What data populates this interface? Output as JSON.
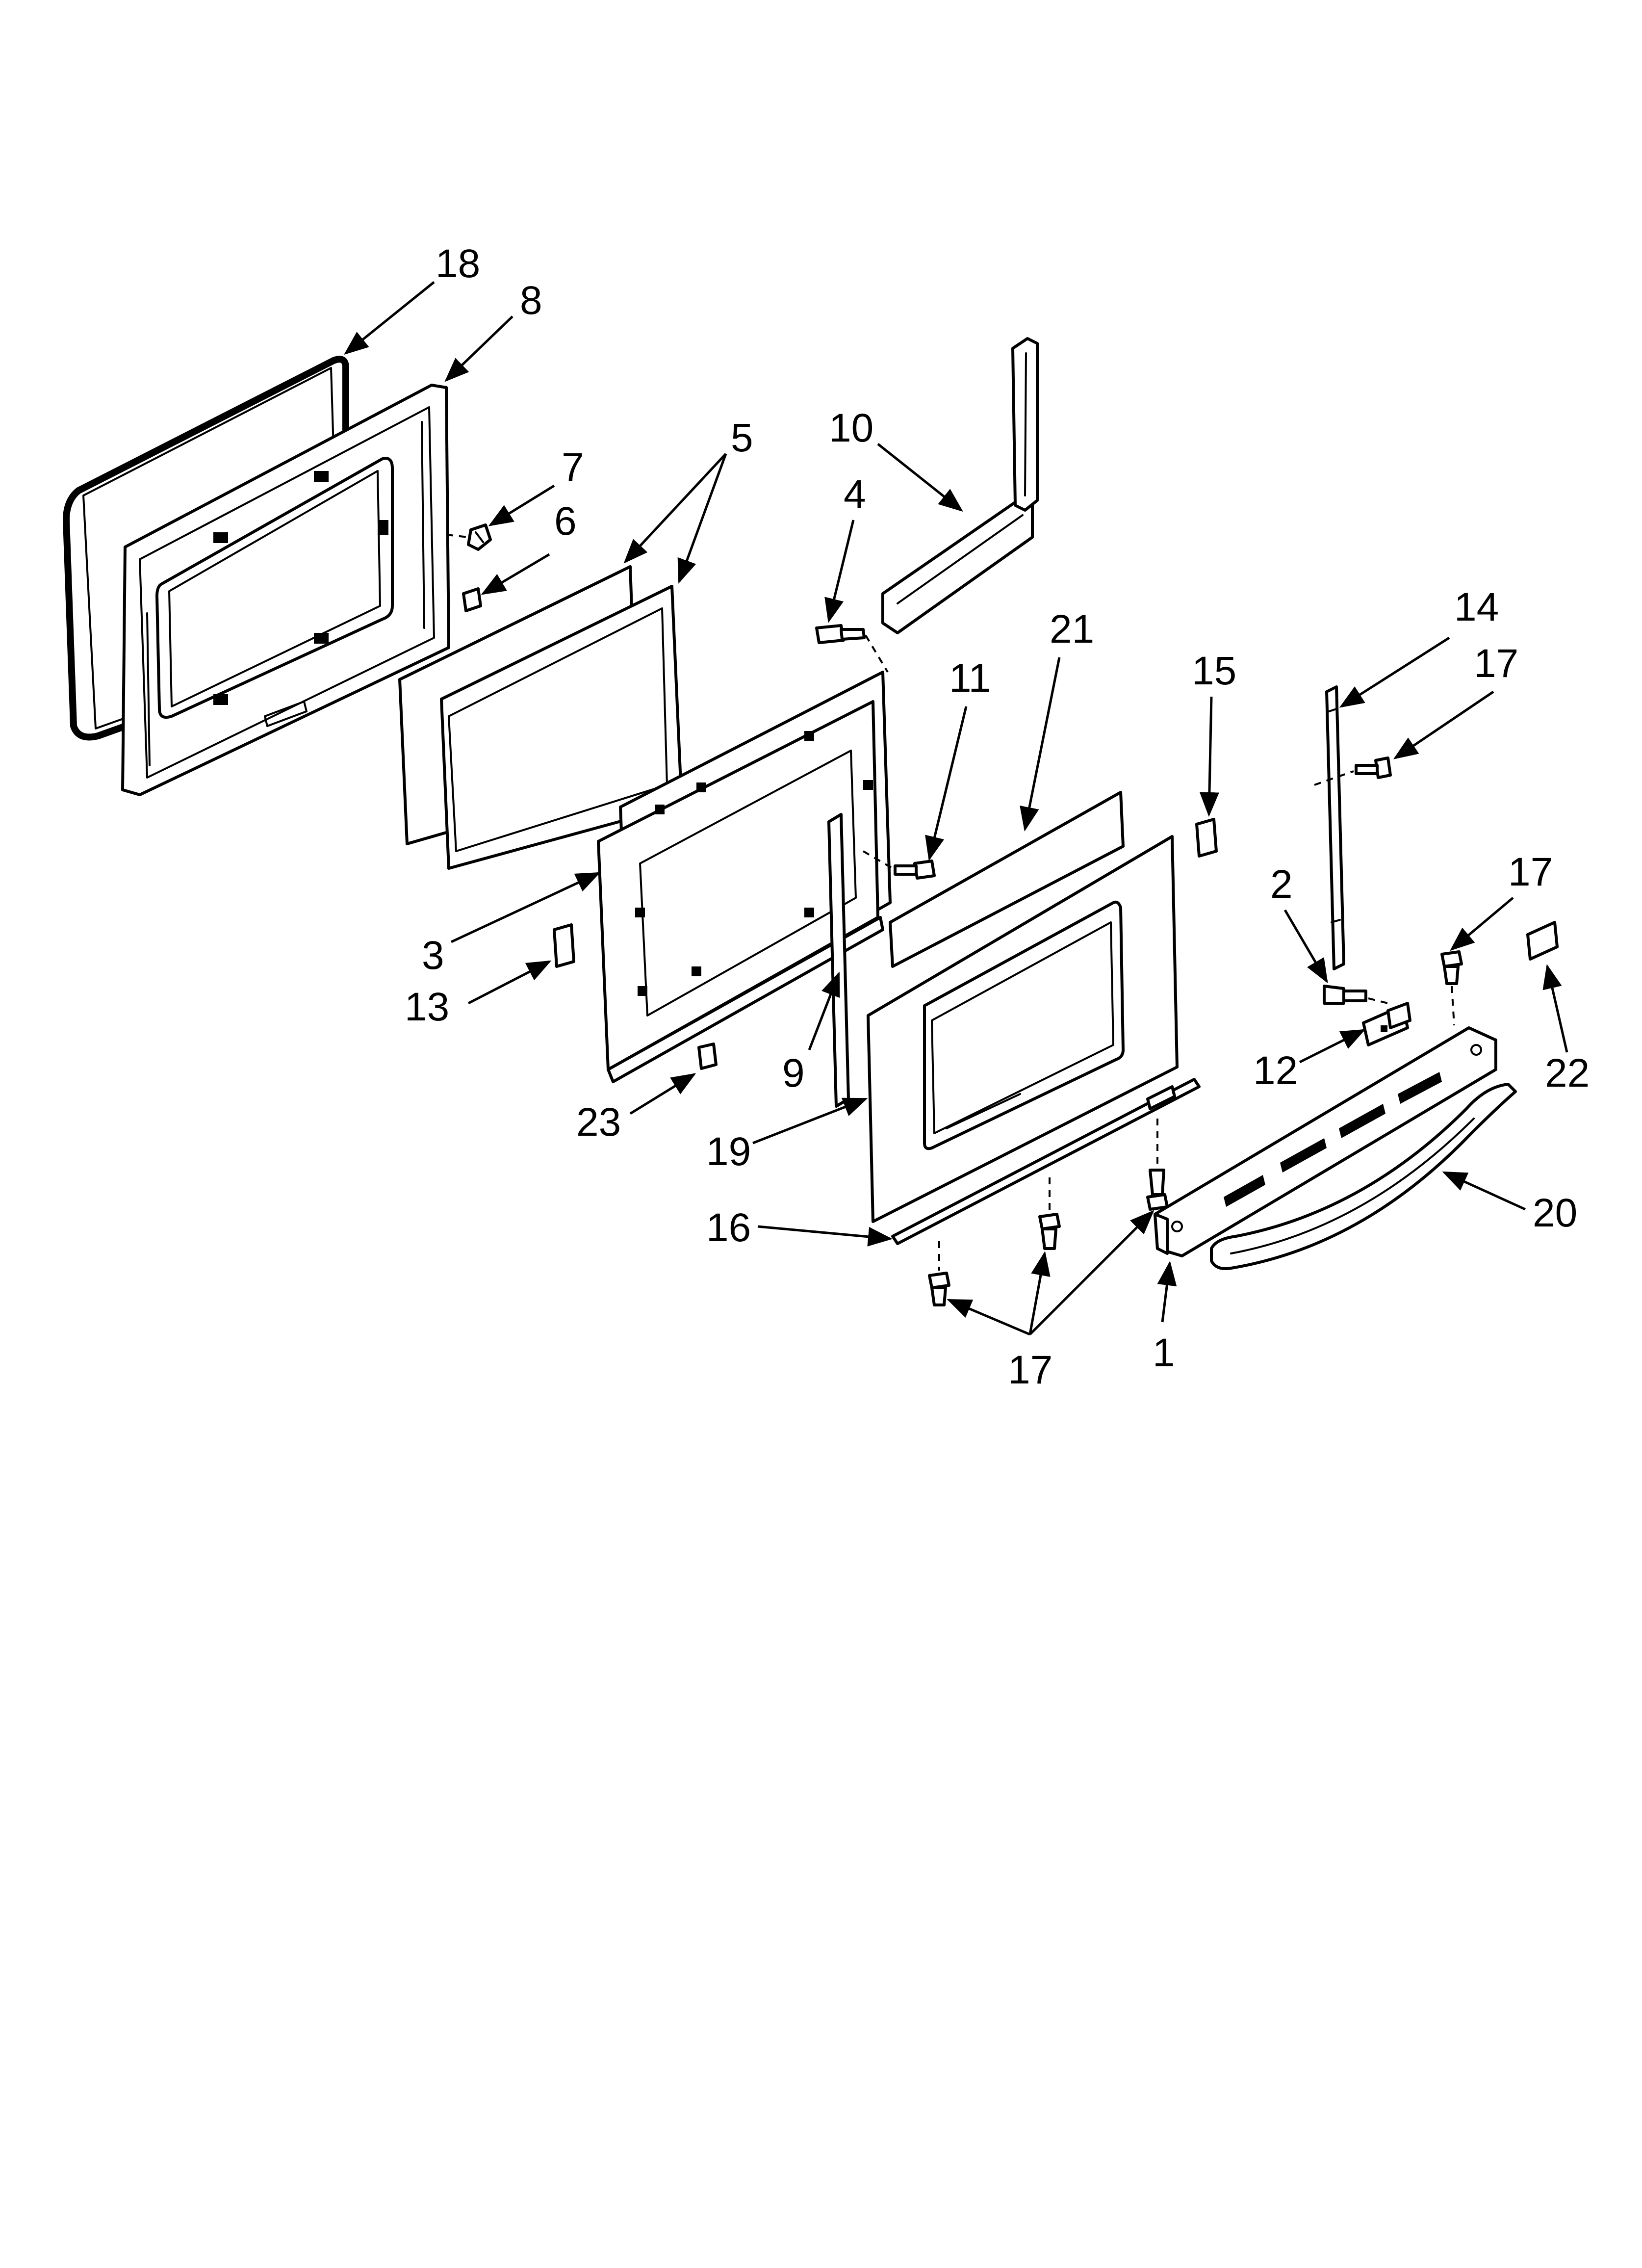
{
  "callouts": [
    {
      "id": "c1",
      "label": "1"
    },
    {
      "id": "c2",
      "label": "2"
    },
    {
      "id": "c3",
      "label": "3"
    },
    {
      "id": "c4",
      "label": "4"
    },
    {
      "id": "c5",
      "label": "5"
    },
    {
      "id": "c6",
      "label": "6"
    },
    {
      "id": "c7",
      "label": "7"
    },
    {
      "id": "c8",
      "label": "8"
    },
    {
      "id": "c9",
      "label": "9"
    },
    {
      "id": "c10",
      "label": "10"
    },
    {
      "id": "c11",
      "label": "11"
    },
    {
      "id": "c12",
      "label": "12"
    },
    {
      "id": "c13",
      "label": "13"
    },
    {
      "id": "c14",
      "label": "14"
    },
    {
      "id": "c15",
      "label": "15"
    },
    {
      "id": "c16",
      "label": "16"
    },
    {
      "id": "c17a",
      "label": "17"
    },
    {
      "id": "c17b",
      "label": "17"
    },
    {
      "id": "c17c",
      "label": "17"
    },
    {
      "id": "c18",
      "label": "18"
    },
    {
      "id": "c19",
      "label": "19"
    },
    {
      "id": "c20",
      "label": "20"
    },
    {
      "id": "c21",
      "label": "21"
    },
    {
      "id": "c22",
      "label": "22"
    },
    {
      "id": "c23",
      "label": "23"
    }
  ]
}
